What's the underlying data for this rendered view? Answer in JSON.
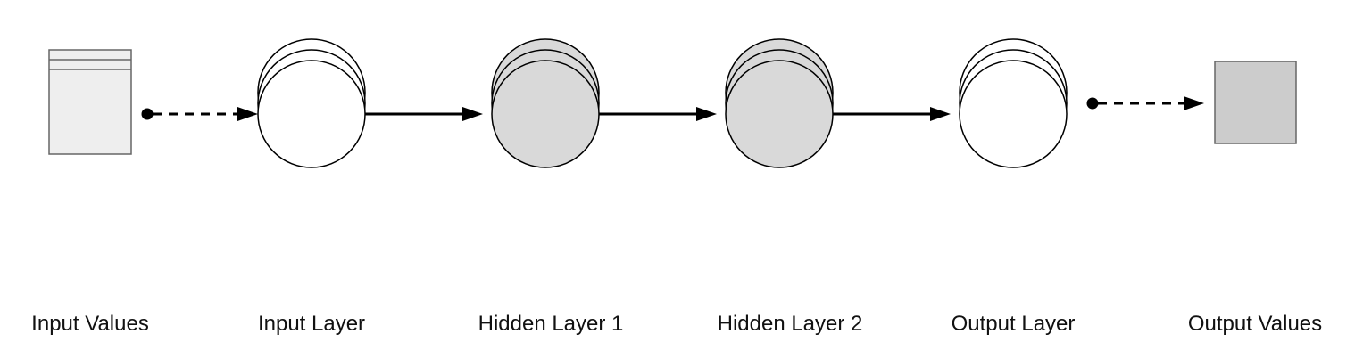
{
  "labels": {
    "input_values": "Input Values",
    "input_layer": "Input Layer",
    "hidden_layer_1": "Hidden Layer 1",
    "hidden_layer_2": "Hidden Layer 2",
    "output_layer": "Output Layer",
    "output_values": "Output Values"
  },
  "colors": {
    "stroke": "#000000",
    "input_values_fill": "#eeeeee",
    "input_values_border": "#666666",
    "layer_white": "#ffffff",
    "layer_gray": "#d9d9d9",
    "output_values_fill": "#cccccc"
  }
}
